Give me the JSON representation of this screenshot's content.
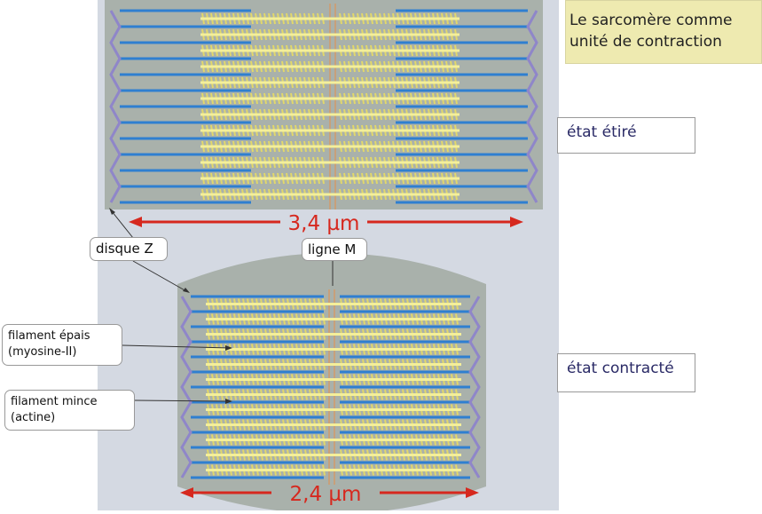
{
  "title": {
    "line1": "Le sarcomère comme",
    "line2": "unité de contraction"
  },
  "states": {
    "stretched": "état étiré",
    "contracted": "état contracté"
  },
  "measurements": {
    "stretched": "3,4 µm",
    "contracted": "2,4 µm"
  },
  "labels": {
    "z_disc": "disque Z",
    "m_line": "ligne M",
    "thick_line1": "filament épais",
    "thick_line2": "(myosine-II)",
    "thin_line1": "filament  mince",
    "thin_line2": "(actine)"
  },
  "colors": {
    "panel_bg": "#d4d9e2",
    "sarcomere_bg": "#a9b1ab",
    "actin": "#2f7fd0",
    "myosin": "#f4ef9a",
    "myosin_heads": "#e2d86a",
    "z_disc": "#8f86c9",
    "m_line": "#d39a6a",
    "arrow": "#d6281e"
  }
}
